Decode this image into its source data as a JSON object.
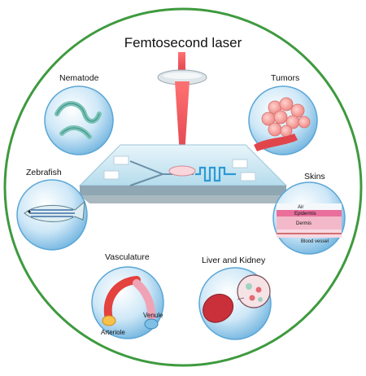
{
  "title": "Femtosecond laser",
  "labels": {
    "nematode": "Nematode",
    "tumors": "Tumors",
    "zebrafish": "Zebrafish",
    "skins": "Skins",
    "vasculature": "Vasculature",
    "liver_kidney": "Liver and Kidney"
  },
  "skin_layers": {
    "air": "Air",
    "epidermis": "Epidermis",
    "dermis": "Dermis",
    "blood_vessel": "Blood vessel"
  },
  "vessel_labels": {
    "arteriole": "Arteriole",
    "venule": "Venule"
  },
  "colors": {
    "outer_ring": "#3e9a3e",
    "bubble": "#8fc8ea",
    "laser": "#e8303a",
    "chip": "#bfe0ef"
  }
}
